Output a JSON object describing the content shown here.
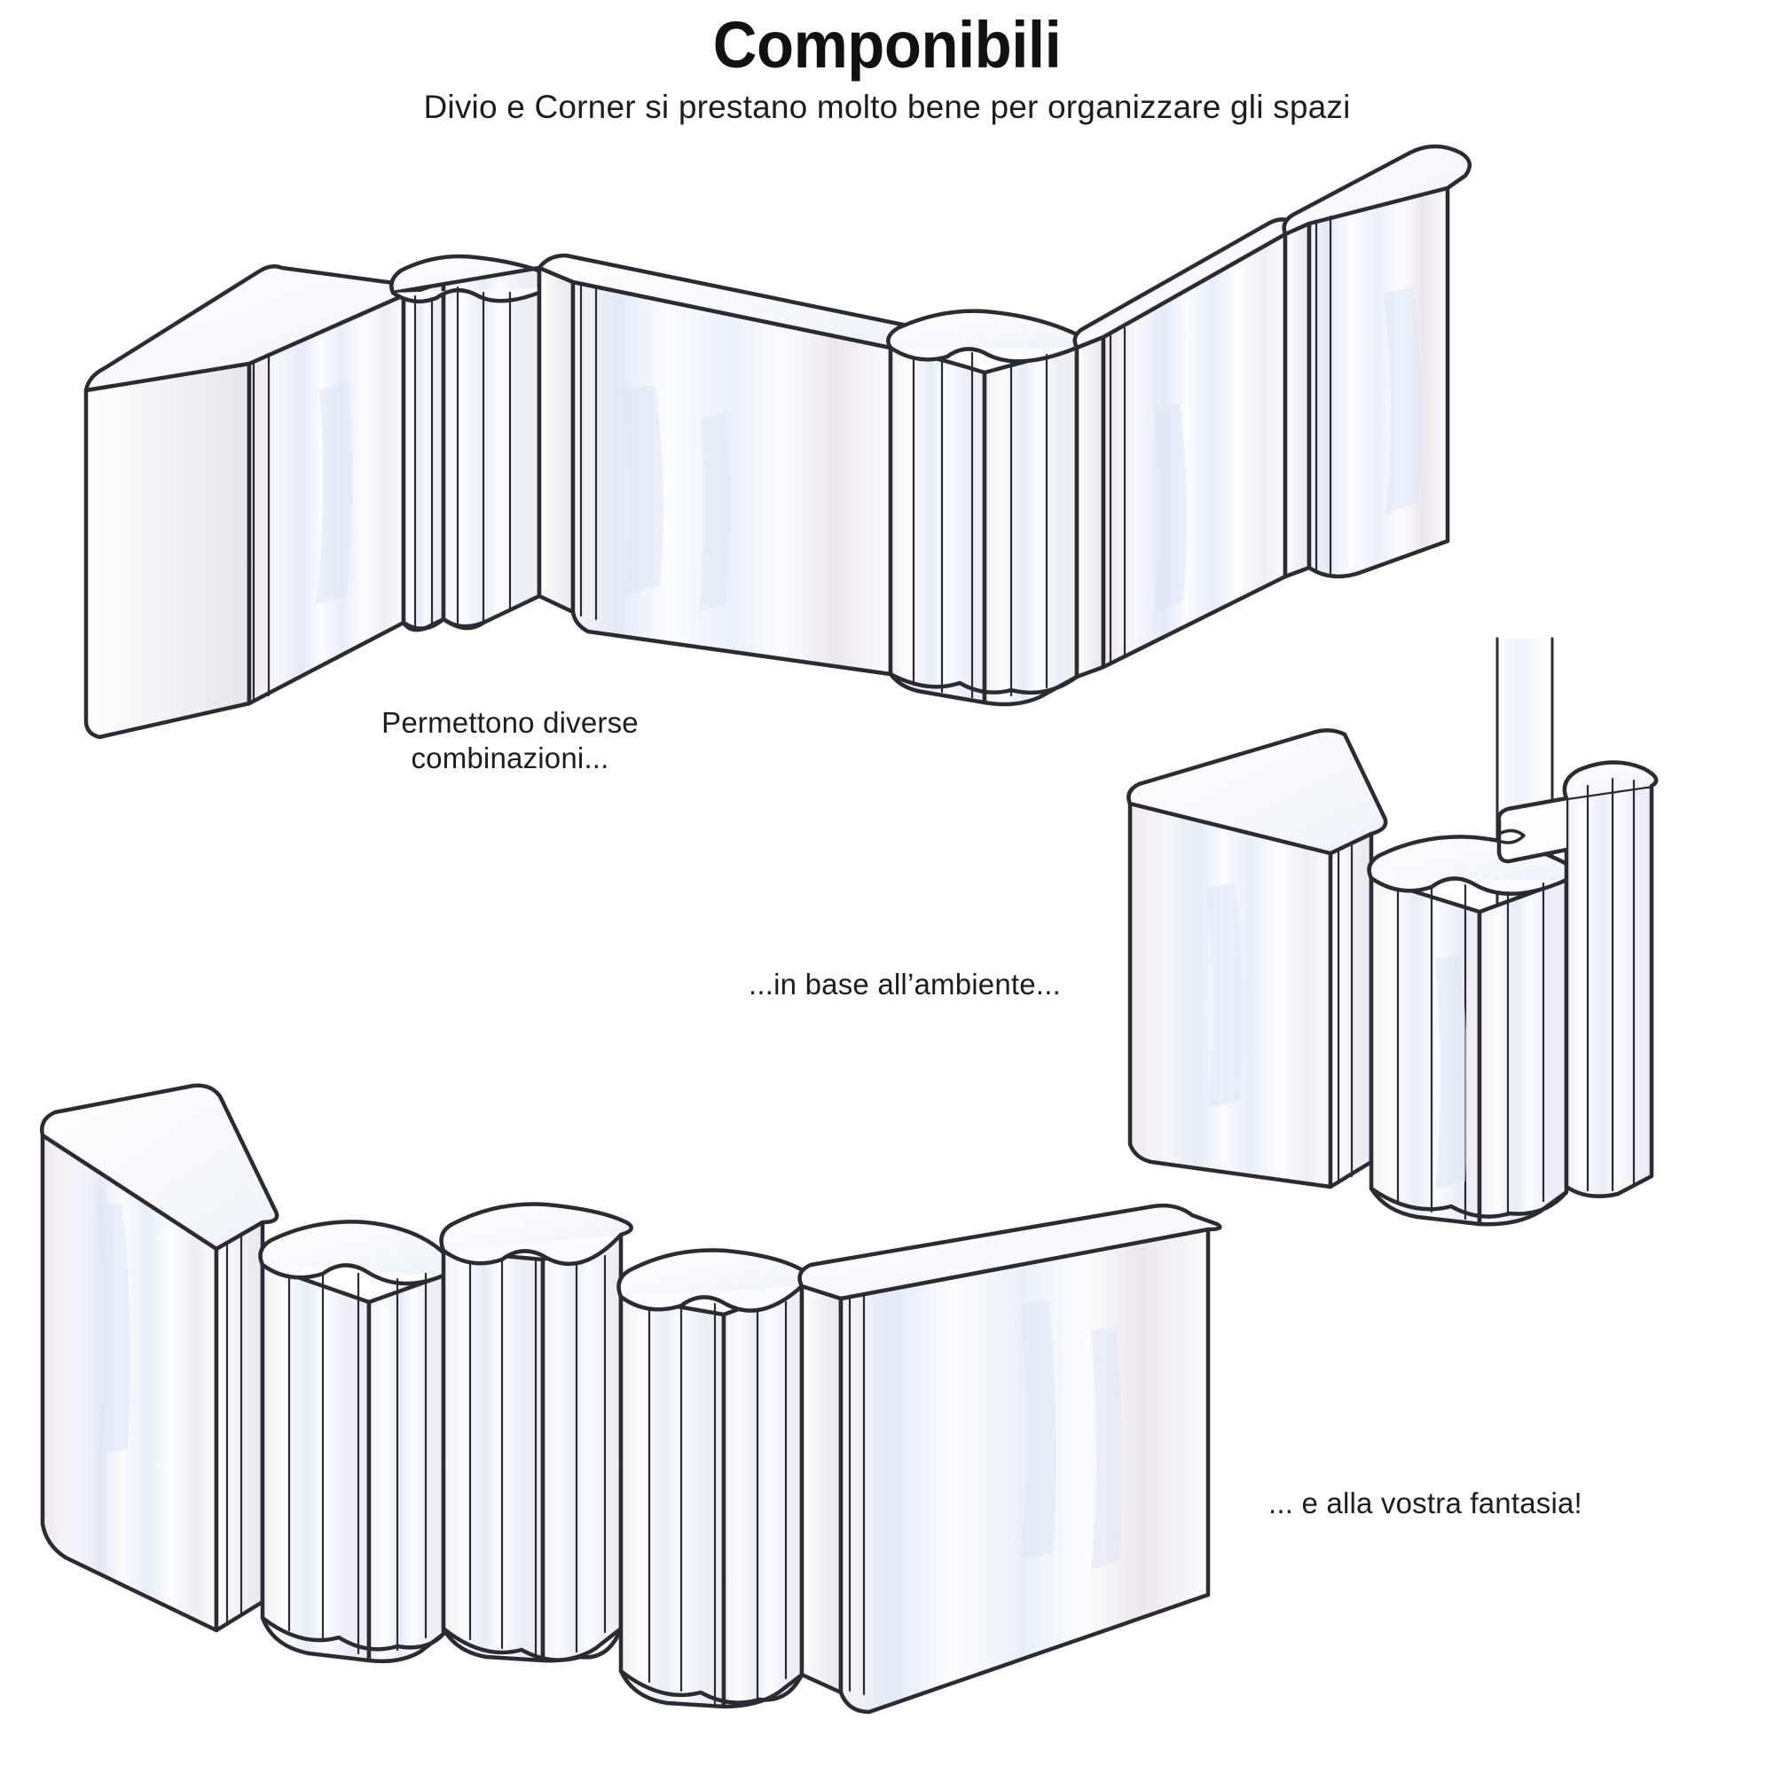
{
  "header": {
    "title": "Componibili",
    "subtitle_line1": "Divio e Corner si prestano molto bene per",
    "subtitle_line2": "organizzare gli spazi",
    "subtitle": "Divio e Corner si prestano molto bene per\norganizzare gli spazi"
  },
  "captions": {
    "caption_1": "Permettono diverse\ncombinazioni...",
    "caption_2": "...in base all’ambiente...",
    "caption_3": "... e alla vostra fantasia!"
  },
  "illustrations": [
    {
      "id": "arrangement-top",
      "name": "zigzag-arrangement",
      "description": "Zigzag configuration: flat Divio panels joined by rounded Corner modules",
      "modules": [
        {
          "type": "divio-panel",
          "label": "Divio"
        },
        {
          "type": "corner-module",
          "label": "Corner"
        },
        {
          "type": "divio-panel",
          "label": "Divio"
        },
        {
          "type": "corner-module",
          "label": "Corner"
        },
        {
          "type": "divio-panel",
          "label": "Divio"
        },
        {
          "type": "divio-panel",
          "label": "Divio"
        }
      ]
    },
    {
      "id": "arrangement-middle",
      "name": "column-wrap-arrangement",
      "description": "Divio panel plus Corner modules wrapping around a vertical room column",
      "modules": [
        {
          "type": "divio-panel",
          "label": "Divio"
        },
        {
          "type": "corner-module",
          "label": "Corner"
        },
        {
          "type": "corner-module",
          "label": "Corner"
        }
      ]
    },
    {
      "id": "arrangement-bottom",
      "name": "undulating-arrangement",
      "description": "Curved wavy wall: Divio panels bracketing a run of Corner modules",
      "modules": [
        {
          "type": "divio-panel",
          "label": "Divio"
        },
        {
          "type": "corner-module",
          "label": "Corner"
        },
        {
          "type": "corner-module",
          "label": "Corner"
        },
        {
          "type": "corner-module",
          "label": "Corner"
        },
        {
          "type": "divio-panel",
          "label": "Divio"
        }
      ]
    }
  ],
  "colors": {
    "background": "#ffffff",
    "ink": "#2b2b33",
    "text": "#1d1d1d",
    "panel_face": "#fcfcfe",
    "panel_shade_blue": "#e6ecf6",
    "panel_shade_warm": "#efe9ee",
    "panel_top": "#fafbfe"
  }
}
